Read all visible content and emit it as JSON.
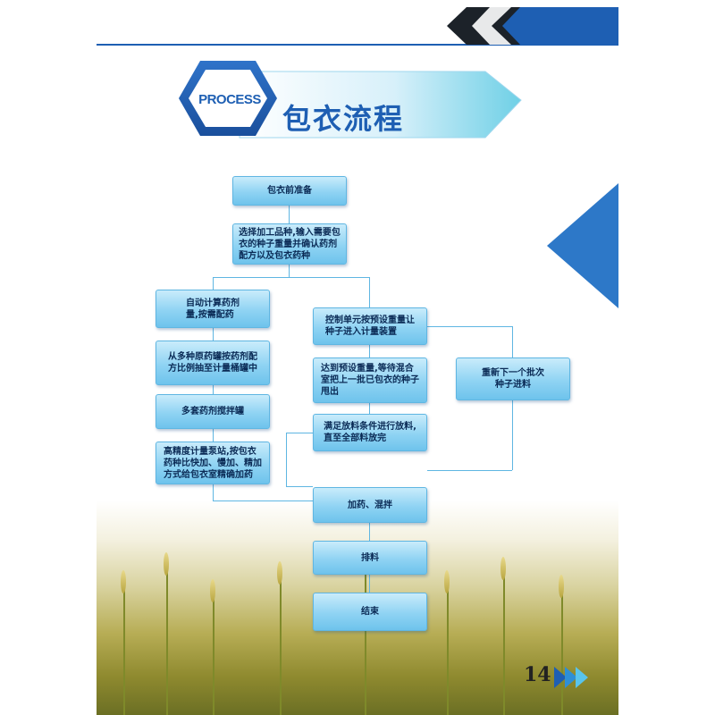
{
  "header": {
    "process_label": "PROCESS",
    "title": "包衣流程"
  },
  "flow": {
    "step_prepare": "包衣前准备",
    "step_select": "选择加工品种,输入需要包\n衣的种子重量并确认药剂\n配方以及包衣药种",
    "left": [
      "自动计算药剂\n量,按需配药",
      "从多种原药罐按药剂配\n方比例抽至计量桶罐中",
      "多套药剂搅拌罐",
      "高精度计量泵站,按包衣\n药种比快加、慢加、精加\n方式给包衣室精确加药"
    ],
    "middle": [
      "控制单元按预设重量让\n种子进入计量装置",
      "达到预设重量,等待混合\n室把上一批已包衣的种子\n甩出",
      "满足放料条件进行放料,\n直至全部料放完"
    ],
    "right": "重新下一个批次\n种子进料",
    "step_mix": "加药、混拌",
    "step_discharge": "排料",
    "step_end": "结束"
  },
  "footer": {
    "page_number": "14"
  },
  "colors": {
    "accent": "#1e5fb3",
    "box": "#8fd3f3",
    "line": "#5fb6e2",
    "dark_chevron": "#1c2229"
  }
}
